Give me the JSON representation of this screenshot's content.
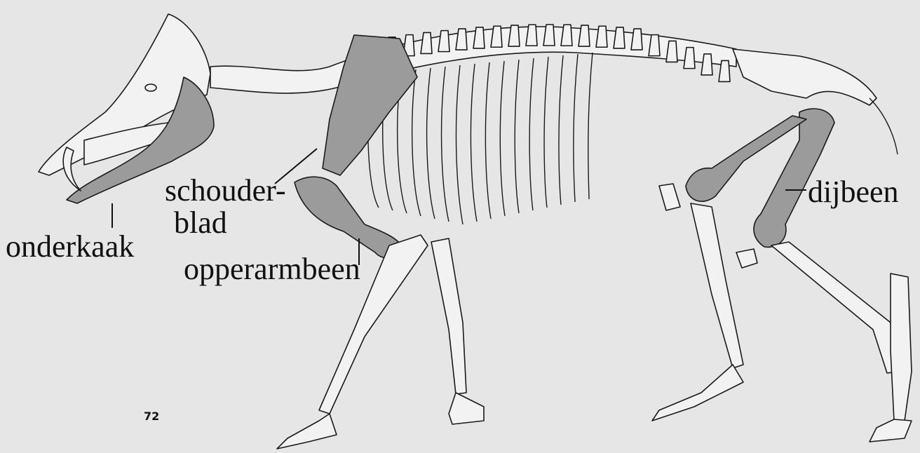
{
  "labels": {
    "jaw": "onderkaak",
    "shoulder_line1": "schouder-",
    "shoulder_line2": "blad",
    "humerus": "opperarmbeen",
    "femur": "dijbeen"
  },
  "page_number": "72",
  "colors": {
    "background": "#e6e6e6",
    "highlight": "#9b9b9b",
    "bone": "#f2f2f2",
    "outline": "#1a1a1a"
  }
}
